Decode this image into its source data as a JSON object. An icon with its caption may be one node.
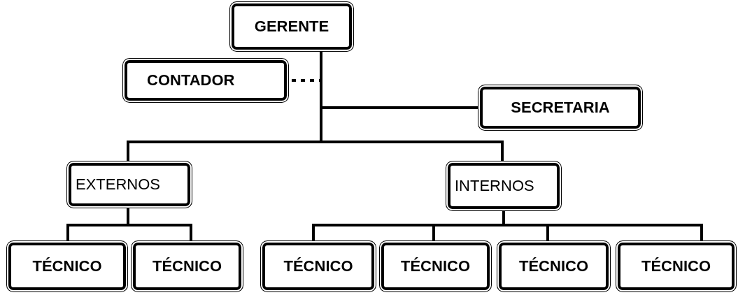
{
  "diagram": {
    "nodes": [
      {
        "text": [
          "GERENTE"
        ]
      },
      {
        "text": [
          "CONTADOR"
        ]
      },
      {
        "text": [
          "SECRETARIA"
        ]
      },
      {
        "text": [
          "EXTERNOS"
        ]
      },
      {
        "text": [
          "INTERNOS"
        ]
      },
      {
        "text": [
          "TÉCNICO"
        ]
      },
      {
        "text": [
          "TÉCNICO"
        ]
      },
      {
        "text": [
          "TÉCNICO"
        ]
      },
      {
        "text": [
          "TÉCNICO"
        ]
      },
      {
        "text": [
          "TÉCNICO"
        ]
      },
      {
        "text": [
          "TÉCNICO"
        ]
      }
    ],
    "edges": [
      {
        "from": 0,
        "to": 1,
        "arrow": "none",
        "style": "dashed"
      },
      {
        "from": 0,
        "to": 2,
        "arrow": "none"
      },
      {
        "from": 0,
        "to": 3,
        "arrow": "none"
      },
      {
        "from": 0,
        "to": 4,
        "arrow": "none"
      },
      {
        "from": 3,
        "to": 5,
        "arrow": "none"
      },
      {
        "from": 3,
        "to": 6,
        "arrow": "none"
      },
      {
        "from": 4,
        "to": 7,
        "arrow": "none"
      },
      {
        "from": 4,
        "to": 8,
        "arrow": "none"
      },
      {
        "from": 4,
        "to": 9,
        "arrow": "none"
      },
      {
        "from": 4,
        "to": 10,
        "arrow": "none"
      }
    ]
  }
}
